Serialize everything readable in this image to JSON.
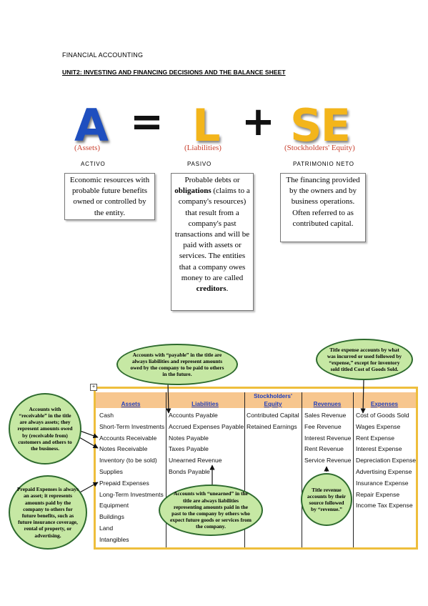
{
  "header": {
    "course": "FINANCIAL ACCOUNTING",
    "unit": "UNIT2: INVESTING AND FINANCING DECISIONS AND THE BALANCE SHEET"
  },
  "equation": {
    "a": "A",
    "eq": "=",
    "l": "L",
    "plus": "+",
    "se": "SE",
    "a_sub": "(Assets)",
    "l_sub": "(Liabilities)",
    "se_sub": "(Stockholders' Equity)",
    "a_es": "ACTIVO",
    "l_es": "PASIVO",
    "se_es": "PATRIMONIO NETO",
    "colors": {
      "blue": "#1f4fbf",
      "gold": "#f3b51b",
      "red": "#c9412f"
    }
  },
  "definitions": {
    "assets": "Economic resources with probable future benefits owned or controlled by the entity.",
    "liab_1": "Probable debts or",
    "liab_bold1": "obligations",
    "liab_2": " (claims to a company's resources) that result from a company's past transactions and will be paid with assets or services. The entities that a company owes money to are called",
    "liab_bold2": "creditors",
    "liab_3": ".",
    "equity": "The financing provided by the owners and by business operations. Often referred to as contributed capital."
  },
  "table": {
    "headers": {
      "assets": "Assets",
      "liabilities": "Liabilities",
      "equity_1": "Stockholders'",
      "equity_2": "Equity",
      "revenues": "Revenues",
      "expenses": "Expenses"
    },
    "assets": [
      "Cash",
      "Short-Term Investments",
      "Accounts Receivable",
      "Notes Receivable",
      "Inventory (to be sold)",
      "Supplies",
      "Prepaid Expenses",
      "Long-Term Investments",
      "Equipment",
      "Buildings",
      "Land",
      "Intangibles"
    ],
    "liabilities": [
      "Accounts Payable",
      "Accrued Expenses Payable",
      "Notes Payable",
      "Taxes Payable",
      "Unearned Revenue",
      "Bonds Payable"
    ],
    "equity": [
      "Contributed Capital",
      "Retained Earnings"
    ],
    "revenues": [
      "Sales Revenue",
      "Fee Revenue",
      "Interest Revenue",
      "Rent Revenue",
      "Service Revenue"
    ],
    "expenses": [
      "Cost of Goods Sold",
      "Wages Expense",
      "Rent Expense",
      "Interest Expense",
      "Depreciation Expense",
      "Advertising Expense",
      "Insurance Expense",
      "Repair Expense",
      "Income Tax Expense"
    ],
    "colors": {
      "border": "#eebe3c",
      "header_bg": "#f7c68e",
      "header_text": "#1f3fbf",
      "bubble": "#c6e8a4"
    }
  },
  "bubbles": {
    "payable": "Accounts with “payable” in the title are always liabilities and represent amounts owed by the company to be paid to others in the future.",
    "expense": "Title expense accounts by what was incurred or used followed by “expense,” except for inventory sold titled Cost of Goods Sold.",
    "receivable": "Accounts with “receivable” in the title are always assets; they represent amounts owed by (receivable from) customers and others to the business.",
    "prepaid": "Prepaid Expenses is always an asset; it represents amounts paid by the company to others for future benefits, such as future insurance coverage, rental of property, or advertising.",
    "unearned": "Accounts with “unearned” in the title are always liabilities representing amounts paid in the past to the company by others who expect future goods or services from the company.",
    "revenue": "Title revenue accounts by their source followed by “revenue.”"
  }
}
